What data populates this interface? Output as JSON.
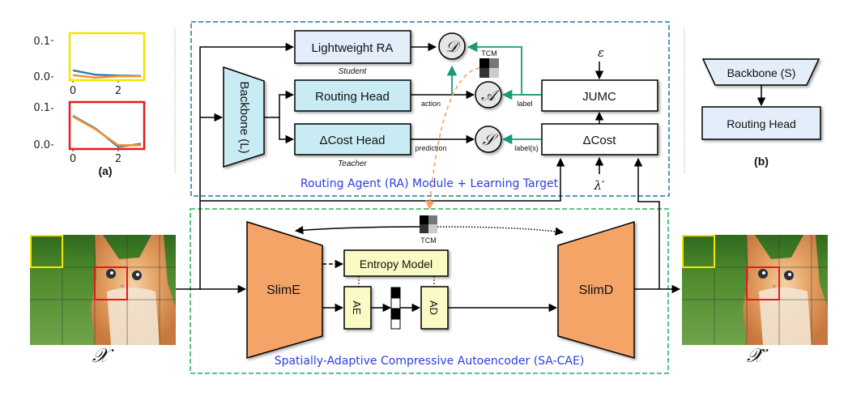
{
  "panel_a": {
    "caption": "(a)",
    "plots": [
      {
        "frame_color": "#f2e600",
        "y_ticks": [
          "0.1",
          "0.0"
        ],
        "x_ticks": [
          "0",
          "2"
        ],
        "x": [
          0,
          1,
          2,
          3
        ],
        "series": [
          {
            "name": "blue",
            "color": "#2f7fc1",
            "values": [
              0.018,
              0.006,
              0.004,
              0.003
            ]
          },
          {
            "name": "orange",
            "color": "#f5902b",
            "values": [
              0.005,
              -0.002,
              0.002,
              0.002
            ]
          }
        ]
      },
      {
        "frame_color": "#e41a1c",
        "y_ticks": [
          "0.1",
          "0.0"
        ],
        "x_ticks": [
          "0",
          "2"
        ],
        "x": [
          0,
          1,
          2,
          3
        ],
        "series": [
          {
            "name": "blue",
            "color": "#2f7fc1",
            "values": [
              0.08,
              0.045,
              -0.005,
              0.003
            ]
          },
          {
            "name": "orange",
            "color": "#f5902b",
            "values": [
              0.078,
              0.043,
              -0.001,
              -0.001
            ]
          }
        ]
      }
    ]
  },
  "ra_module": {
    "title": "Routing Agent (RA) Module + Learning Target",
    "border_color": "#1f7a99",
    "lightweight_ra": "Lightweight RA",
    "student_label": "Student",
    "backbone_l": "Backbone (L)",
    "routing_head": "Routing Head",
    "cost_head": "ΔCost Head",
    "teacher_label": "Teacher",
    "action_label": "action",
    "prediction_label": "prediction",
    "label_label": "label",
    "labels_label": "label(s)",
    "tcm_label": "TCM",
    "jumc": "JUMC",
    "delta_cost": "ΔCost",
    "epsilon": "ε",
    "lambda": "λ′",
    "circle_d": "𝒟",
    "circle_a": "𝒜",
    "circle_s": "𝒮",
    "green_color": "#1a9a7a",
    "orange_dash_color": "#f5a060"
  },
  "sa_cae": {
    "title": "Spatially-Adaptive Compressive Autoencoder (SA-CAE)",
    "border_color": "#22b05a",
    "slim_e": "SlimE",
    "slim_d": "SlimD",
    "entropy_model": "Entropy Model",
    "ae": "AE",
    "ad": "AD",
    "tcm_label": "TCM",
    "orange_fill": "#f5a468",
    "yellow_fill": "#fafac4"
  },
  "panel_b": {
    "caption": "(b)",
    "backbone_s": "Backbone (S)",
    "routing_head": "Routing Head"
  },
  "images": {
    "input_label": "𝒳",
    "output_label": "𝒳̂",
    "highlight_yellow": "#f2e600",
    "highlight_red": "#e41a1c"
  }
}
